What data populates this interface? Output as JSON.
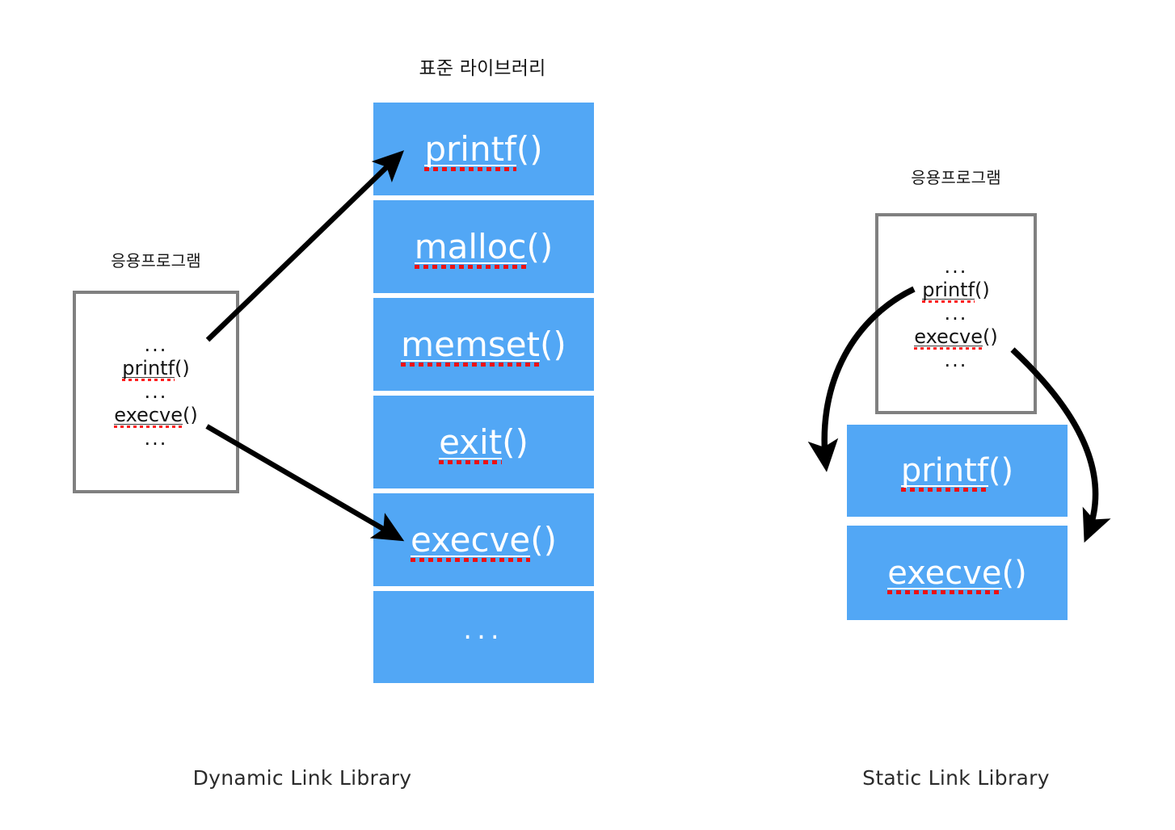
{
  "diagram": {
    "title_library": "표준 라이브러리",
    "colors": {
      "library_blue": "#52a7f5",
      "app_border_gray": "#808080",
      "spell_underline_red": "#ee1111",
      "arrow_black": "#000000",
      "text_dark": "#141414",
      "text_on_blue": "#ffffff"
    }
  },
  "left": {
    "caption": "Dynamic Link Library",
    "app": {
      "heading": "응용프로그램",
      "lines": [
        {
          "text": "...",
          "spell": false
        },
        {
          "text": "printf",
          "suffix": "()",
          "spell": true
        },
        {
          "text": "...",
          "spell": false
        },
        {
          "text": "execve",
          "suffix": "()",
          "spell": true
        },
        {
          "text": "...",
          "spell": false
        }
      ]
    },
    "library": {
      "heading": "표준 라이브러리",
      "cells": [
        {
          "text": "printf",
          "suffix": "()",
          "spell": true
        },
        {
          "text": "malloc",
          "suffix": "()",
          "spell": true
        },
        {
          "text": "memset",
          "suffix": "()",
          "spell": true
        },
        {
          "text": "exit",
          "suffix": "()",
          "spell": true
        },
        {
          "text": "execve",
          "suffix": "()",
          "spell": true
        },
        {
          "text": "...",
          "suffix": "",
          "spell": false
        }
      ]
    },
    "arrows": [
      {
        "name": "app-printf-to-library-printf",
        "from": "printf() in app box",
        "to": "printf() library cell"
      },
      {
        "name": "app-execve-to-library-execve",
        "from": "execve() in app box",
        "to": "execve() library cell"
      }
    ]
  },
  "right": {
    "caption": "Static Link Library",
    "app": {
      "heading": "응용프로그램",
      "lines": [
        {
          "text": "...",
          "spell": false
        },
        {
          "text": "printf",
          "suffix": "()",
          "spell": true
        },
        {
          "text": "...",
          "spell": false
        },
        {
          "text": "execve",
          "suffix": "()",
          "spell": true
        },
        {
          "text": "...",
          "spell": false
        }
      ]
    },
    "linked": {
      "cells": [
        {
          "text": "printf",
          "suffix": "()",
          "spell": true
        },
        {
          "text": "execve",
          "suffix": "()",
          "spell": true
        }
      ]
    },
    "arrows": [
      {
        "name": "app-printf-to-linked-printf",
        "from": "printf() in app box",
        "to": "printf() linked cell"
      },
      {
        "name": "app-execve-to-linked-execve",
        "from": "execve() in app box",
        "to": "execve() linked cell"
      }
    ]
  }
}
